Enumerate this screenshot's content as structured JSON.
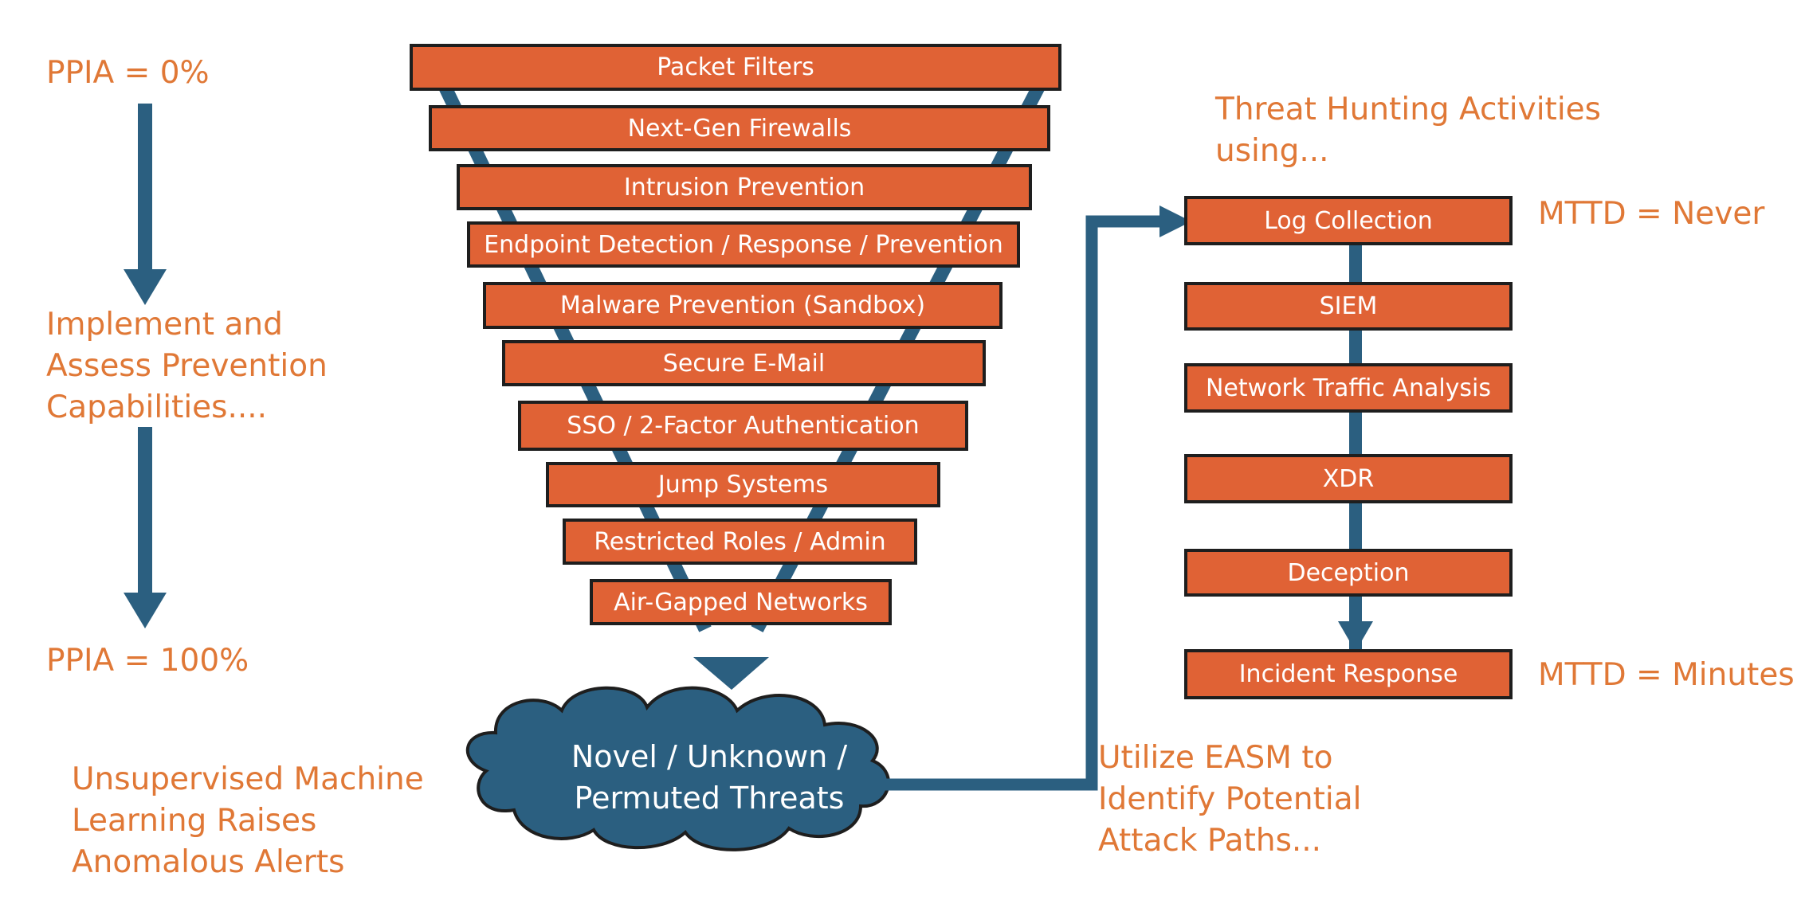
{
  "left": {
    "ppia_start": "PPIA = 0%",
    "implement": [
      "Implement and",
      "Assess Prevention",
      "Capabilities...."
    ],
    "ppia_end": "PPIA = 100%",
    "unsupervised": [
      "Unsupervised Machine",
      "Learning Raises",
      "Anomalous Alerts"
    ]
  },
  "funnel": [
    "Packet Filters",
    "Next-Gen Firewalls",
    "Intrusion Prevention",
    "Endpoint Detection / Response / Prevention",
    "Malware Prevention (Sandbox)",
    "Secure E-Mail",
    "SSO / 2-Factor Authentication",
    "Jump Systems",
    "Restricted Roles / Admin",
    "Air-Gapped Networks"
  ],
  "cloud": {
    "line1": "Novel / Unknown /",
    "line2": "Permuted Threats"
  },
  "easm": [
    "Utilize EASM to",
    "Identify Potential",
    "Attack Paths..."
  ],
  "hunting": {
    "title": [
      "Threat Hunting Activities",
      "using..."
    ],
    "steps": [
      "Log Collection",
      "SIEM",
      "Network Traffic Analysis",
      "XDR",
      "Deception",
      "Incident Response"
    ]
  },
  "mttd_top": "MTTD = Never",
  "mttd_bottom": "MTTD = Minutes",
  "colors": {
    "orange_text": "#E07836",
    "box_fill": "#E06235",
    "arrow": "#2B5F80",
    "cloud": "#2B5F80"
  }
}
